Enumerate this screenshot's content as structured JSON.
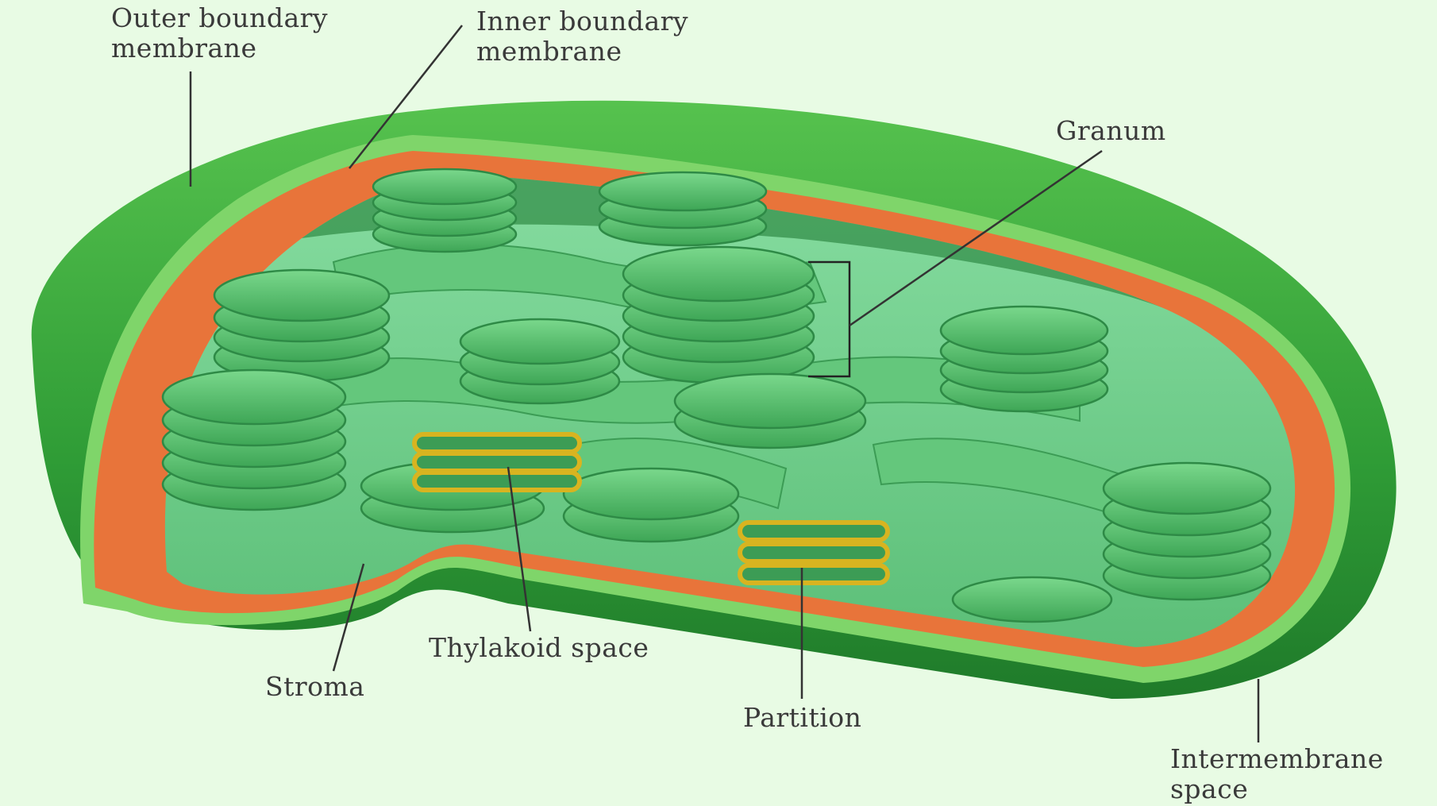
{
  "diagram": {
    "labels": {
      "outer_boundary_membrane": {
        "line1": "Outer boundary",
        "line2": "membrane"
      },
      "inner_boundary_membrane": {
        "line1": "Inner boundary",
        "line2": "membrane"
      },
      "granum": "Granum",
      "stroma": "Stroma",
      "thylakoid_space": "Thylakoid space",
      "partition": "Partition",
      "intermembrane_space": {
        "line1": "Intermembrane",
        "line2": "space"
      }
    },
    "colors": {
      "background": "#e8fbe4",
      "outer_membrane": "#3cae3c",
      "inner_membrane": "#e8743a",
      "interior": "#6fcf86",
      "grana": "#46b460",
      "highlight": "#d8b420",
      "leader_lines": "#333333"
    }
  }
}
